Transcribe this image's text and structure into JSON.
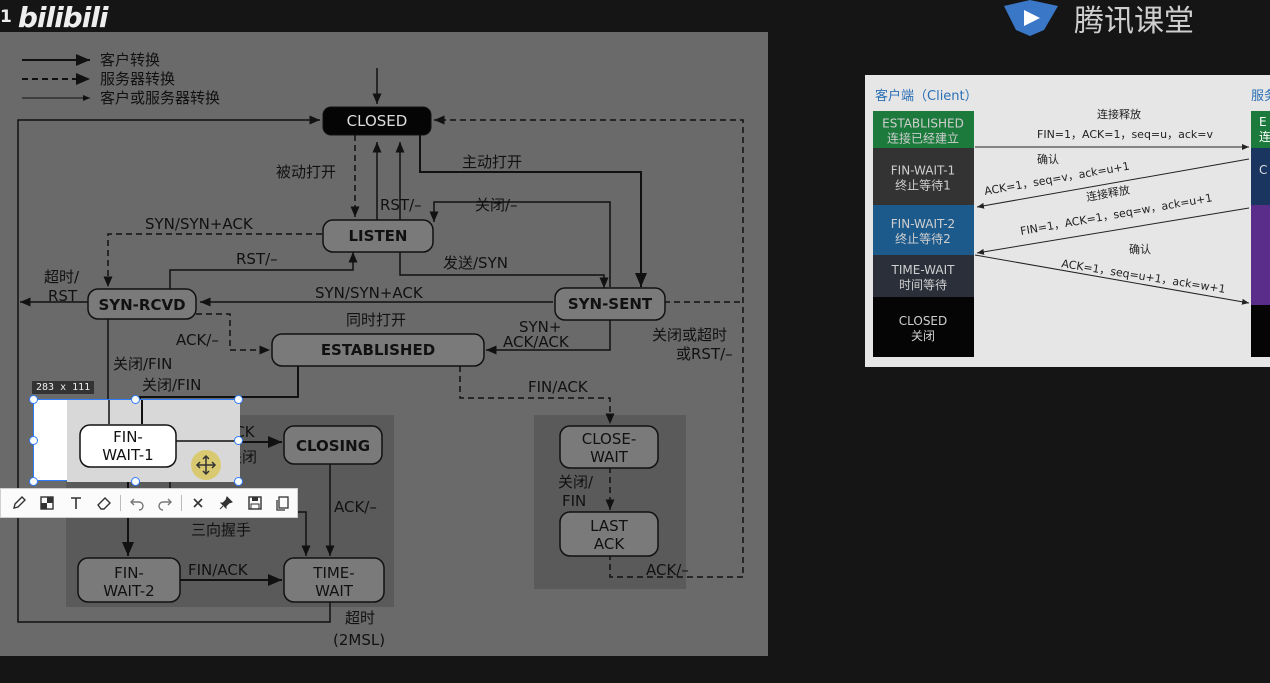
{
  "header": {
    "bili_number": "1",
    "bili_logo_text": "bilibili",
    "tencent_logo_text": "腾讯课堂"
  },
  "legend": {
    "client": "客户转换",
    "server": "服务器转换",
    "both": "客户或服务器转换"
  },
  "states": {
    "closed": "CLOSED",
    "listen": "LISTEN",
    "syn_rcvd": "SYN-RCVD",
    "syn_sent": "SYN-SENT",
    "established": "ESTABLISHED",
    "fin_wait_1_a": "FIN-",
    "fin_wait_1_b": "WAIT-1",
    "closing": "CLOSING",
    "fin_wait_2_a": "FIN-",
    "fin_wait_2_b": "WAIT-2",
    "time_wait_a": "TIME-",
    "time_wait_b": "WAIT",
    "close_wait_a": "CLOSE-",
    "close_wait_b": "WAIT",
    "last_ack_a": "LAST",
    "last_ack_b": "ACK"
  },
  "labels": {
    "passive_open": "被动打开",
    "active_open": "主动打开",
    "rst_1": "RST/–",
    "close_1": "关闭/–",
    "syn_synack_1": "SYN/SYN+ACK",
    "rst_2": "RST/–",
    "send_syn": "发送/SYN",
    "timeout_rst_a": "超时/",
    "timeout_rst_b": "RST",
    "syn_synack_2": "SYN/SYN+ACK",
    "simul_open": "同时打开",
    "ack_1": "ACK/–",
    "synplus": "SYN+",
    "ack_ack": "ACK/ACK",
    "close_timeout_a": "关闭或超时",
    "close_timeout_b": "或RST/–",
    "close_fin_1": "关闭/FIN",
    "close_fin_2": "关闭/FIN",
    "fin_ack_1": "FIN/ACK",
    "simul_close": "同时关闭",
    "ack_2": "ACK/–",
    "three_way": "三向握手",
    "fin_ack_2": "FIN/ACK",
    "fin_ack_3": "FIN/ACK",
    "close_fin_3a": "关闭/",
    "close_fin_3b": "FIN",
    "ack_3": "ACK/–",
    "timeout_a": "超时",
    "timeout_b": "(2MSL)"
  },
  "selection": {
    "size_label": "283 x 111"
  },
  "toolbar": {
    "icons": [
      "pen-icon",
      "mosaic-icon",
      "text-icon",
      "eraser-icon",
      "undo-icon",
      "redo-icon",
      "close-icon",
      "pin-icon",
      "save-icon",
      "copy-icon"
    ]
  },
  "client_panel": {
    "title_left": "客户端（Client）",
    "title_right": "服务",
    "states": [
      {
        "a": "ESTABLISHED",
        "b": "连接已经建立",
        "color": "#1c7a3c"
      },
      {
        "a": "FIN-WAIT-1",
        "b": "终止等待1",
        "color": "#333333"
      },
      {
        "a": "FIN-WAIT-2",
        "b": "终止等待2",
        "color": "#1d5a8c"
      },
      {
        "a": "TIME-WAIT",
        "b": "时间等待",
        "color": "#2a2f3a"
      },
      {
        "a": "CLOSED",
        "b": "关闭",
        "color": "#050505"
      }
    ],
    "right_fragments": [
      "E",
      "连",
      "C",
      "",
      "",
      ""
    ],
    "msg1_title": "连接释放",
    "msg1": "FIN=1，ACK=1，seq=u，ack=v",
    "msg2_title": "确认",
    "msg2": "ACK=1，seq=v，ack=u+1",
    "msg3_title": "连接释放",
    "msg3": "FIN=1，ACK=1，seq=w，ack=u+1",
    "msg4_title": "确认",
    "msg4": "ACK=1，seq=u+1，ack=w+1"
  }
}
